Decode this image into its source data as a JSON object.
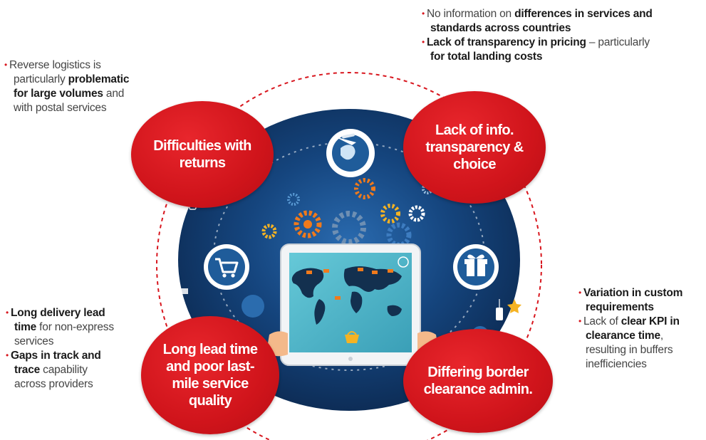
{
  "colors": {
    "accent_red": "#d8161e",
    "globe_navy": "#10325e",
    "globe_blue": "#1f5c9a",
    "text_dark": "#1a1a1a",
    "text_grey": "#444444"
  },
  "ellipses": {
    "returns": {
      "lines": [
        "Difficulties with",
        "returns"
      ]
    },
    "transparency": {
      "lines": [
        "Lack of info.",
        "transparency &",
        "choice"
      ]
    },
    "lead_time": {
      "lines": [
        "Long lead time",
        "and poor last-",
        "mile service",
        "quality"
      ]
    },
    "border": {
      "lines": [
        "Differing border",
        "clearance admin."
      ]
    }
  },
  "notes": {
    "top_left": {
      "bullet": "•",
      "l1": "Reverse logistics is",
      "l2a": "particularly ",
      "l2b": "problematic",
      "l3a": "for large volumes",
      "l3b": " and",
      "l4": "with postal services"
    },
    "top_right": {
      "b1": "•",
      "b1a": "No information on ",
      "b1b": "differences in services and",
      "b1c": "standards across countries",
      "b2": "•",
      "b2a": "Lack of transparency in pricing",
      "b2b": " – particularly",
      "b2c": "for total landing costs"
    },
    "bottom_left": {
      "b1": "•",
      "b1a": "Long delivery lead",
      "b1b": "time",
      "b1c": " for non-express",
      "b1d": "services",
      "b2": "•",
      "b2a": "Gaps in track and",
      "b2b": "trace",
      "b2c": " capability",
      "b2d": "across providers"
    },
    "bottom_right": {
      "b1": "•",
      "b1a": "Variation in custom",
      "b1b": "requirements",
      "b2": "•",
      "b2a": "Lack of ",
      "b2b": "clear KPI in",
      "b2c": "clearance time",
      "b2d": ",",
      "b2e": "resulting in buffers",
      "b2f": "inefficiencies"
    }
  },
  "icons": [
    "airplane-globe-icon",
    "shopping-cart-icon",
    "gift-box-icon",
    "gear-cluster-icon",
    "world-map-tablet-icon",
    "delivery-truck-icon",
    "star-icon",
    "price-tag-icon",
    "cloud-icon"
  ]
}
